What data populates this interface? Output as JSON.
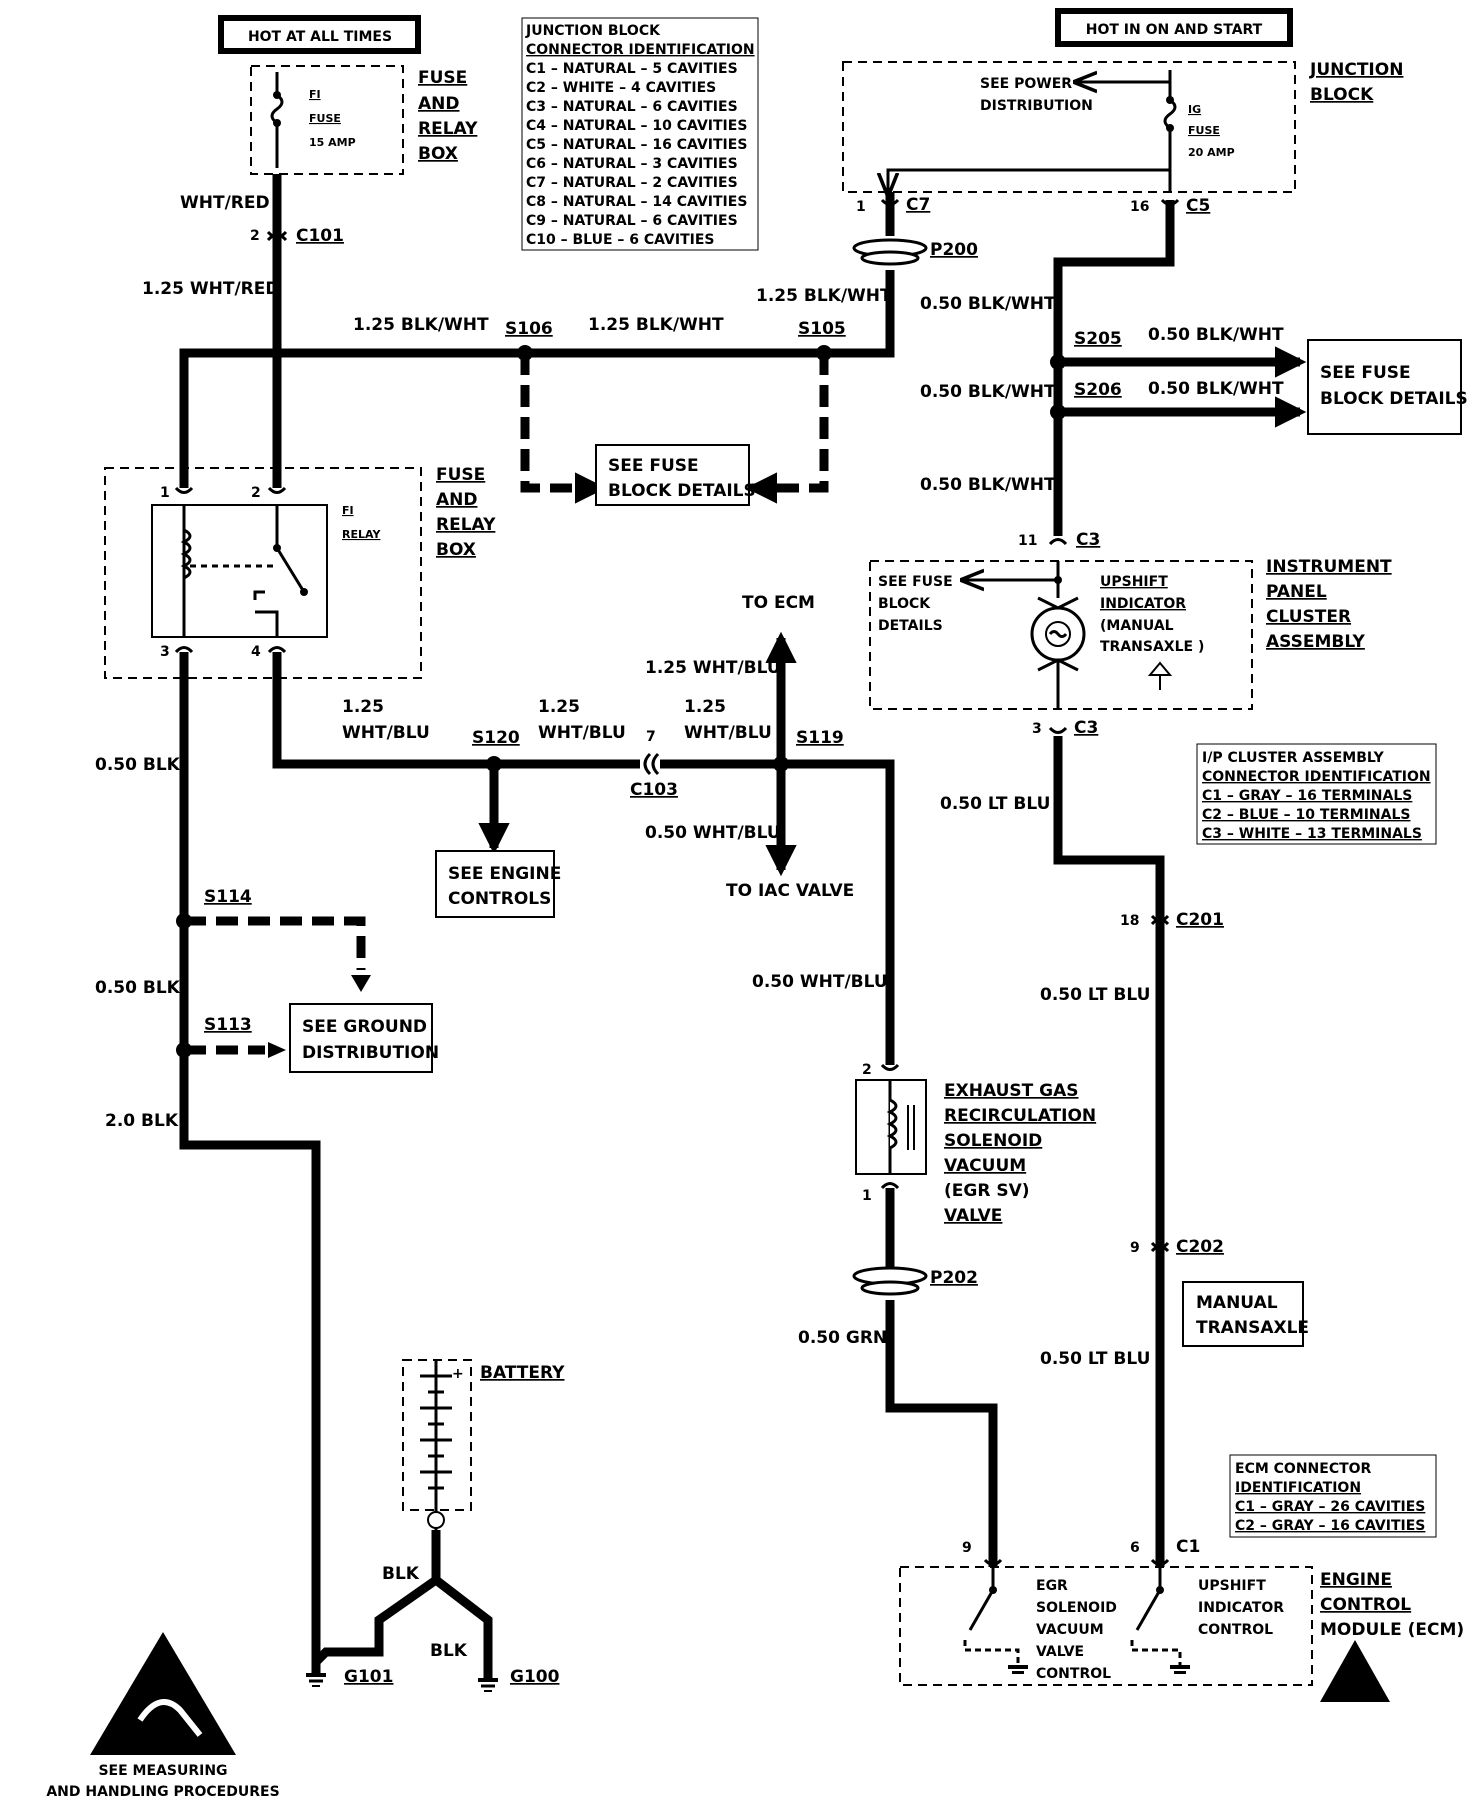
{
  "banners": {
    "hot_at_all_times": "HOT AT ALL TIMES",
    "hot_in_on_and_start": "HOT IN ON AND START"
  },
  "junction_connector_id": {
    "title": "JUNCTION BLOCK",
    "subtitle": "CONNECTOR IDENTIFICATION",
    "rows": [
      "C1 – NATURAL – 5 CAVITIES",
      "C2 – WHITE – 4 CAVITIES",
      "C3 – NATURAL – 6 CAVITIES",
      "C4 – NATURAL – 10 CAVITIES",
      "C5 – NATURAL – 16 CAVITIES",
      "C6 – NATURAL – 3 CAVITIES",
      "C7 – NATURAL – 2 CAVITIES",
      "C8 – NATURAL – 14 CAVITIES",
      "C9 – NATURAL – 6 CAVITIES",
      "C10 – BLUE – 6 CAVITIES"
    ]
  },
  "fi_fuse": {
    "name": "FI",
    "word": "FUSE",
    "rating": "15 AMP",
    "box_label": [
      "FUSE",
      "AND",
      "RELAY",
      "BOX"
    ]
  },
  "junction_block": {
    "label": [
      "JUNCTION",
      "BLOCK"
    ],
    "see_power": [
      "SEE POWER",
      "DISTRIBUTION"
    ],
    "ig_fuse": {
      "name": "IG",
      "word": "FUSE",
      "rating": "20 AMP"
    }
  },
  "connectors": {
    "c7": "C7",
    "c7_pin": "1",
    "c5": "C5",
    "c5_pin": "16",
    "c101": "C101",
    "c101_pin": "2",
    "p200": "P200",
    "c103": "C103",
    "c103_pin": "7",
    "c3_top": "C3",
    "c3_top_pin": "11",
    "c3_bot": "C3",
    "c3_bot_pin": "3",
    "c201": "C201",
    "c201_pin": "18",
    "c202": "C202",
    "c202_pin": "9",
    "p202": "P202",
    "egr_pin_top": "2",
    "egr_pin_bot": "1",
    "ecm_pin_a": "9",
    "ecm_pin_b": "6",
    "ecm_c1": "C1",
    "relay_pins": [
      "1",
      "2",
      "3",
      "4"
    ]
  },
  "splices": {
    "s106": "S106",
    "s105": "S105",
    "s205": "S205",
    "s206": "S206",
    "s120": "S120",
    "s119": "S119",
    "s114": "S114",
    "s113": "S113"
  },
  "wires": {
    "wht_red": "WHT/RED",
    "wht_red_125": "1.25 WHT/RED",
    "blk_wht_125_a": "1.25 BLK/WHT",
    "blk_wht_125_b": "1.25 BLK/WHT",
    "blk_wht_125_c": "1.25 BLK/WHT",
    "blk_wht_050_a": "0.50 BLK/WHT",
    "blk_wht_050_b": "0.50 BLK/WHT",
    "blk_wht_050_c": "0.50 BLK/WHT",
    "blk_wht_050_d": "0.50 BLK/WHT",
    "blk_wht_050_e": "0.50 BLK/WHT",
    "wht_blu_125_num": "1.25",
    "wht_blu_word": "WHT/BLU",
    "wht_blu_125_up": "1.25 WHT/BLU",
    "wht_blu_050_a": "0.50 WHT/BLU",
    "wht_blu_050_b": "0.50 WHT/BLU",
    "blk_050_a": "0.50 BLK",
    "blk_050_b": "0.50 BLK",
    "blk_20": "2.0 BLK",
    "blk": "BLK",
    "lt_blu_a": "0.50 LT BLU",
    "lt_blu_b": "0.50 LT BLU",
    "lt_blu_c": "0.50 LT BLU",
    "grn": "0.50 GRN"
  },
  "refs": {
    "see_fuse_block_1": [
      "SEE FUSE",
      "BLOCK DETAILS"
    ],
    "see_fuse_block_2": [
      "SEE FUSE",
      "BLOCK DETAILS"
    ],
    "see_engine_controls": [
      "SEE ENGINE",
      "CONTROLS"
    ],
    "see_ground_distribution": [
      "SEE GROUND",
      "DISTRIBUTION"
    ],
    "to_ecm": "TO ECM",
    "to_iac": "TO IAC VALVE",
    "manual_transaxle": [
      "MANUAL",
      "TRANSAXLE"
    ]
  },
  "fi_relay": {
    "name": "FI",
    "word": "RELAY",
    "box_label": [
      "FUSE",
      "AND",
      "RELAY",
      "BOX"
    ]
  },
  "cluster": {
    "label": [
      "INSTRUMENT",
      "PANEL",
      "CLUSTER",
      "ASSEMBLY"
    ],
    "see_fuse": [
      "SEE FUSE",
      "BLOCK",
      "DETAILS"
    ],
    "upshift": [
      "UPSHIFT",
      "INDICATOR",
      "(MANUAL",
      "TRANSAXLE )"
    ]
  },
  "ip_connector_id": {
    "title": "I/P CLUSTER ASSEMBLY",
    "subtitle": "CONNECTOR IDENTIFICATION",
    "rows": [
      "C1 – GRAY – 16 TERMINALS",
      "C2 – BLUE – 10 TERMINALS",
      "C3 – WHITE – 13 TERMINALS"
    ]
  },
  "egr": {
    "label": [
      "EXHAUST GAS",
      "RECIRCULATION",
      "SOLENOID",
      "VACUUM",
      "(EGR SV)",
      "VALVE"
    ]
  },
  "ecm_connector_id": {
    "title": "ECM CONNECTOR",
    "subtitle": "IDENTIFICATION",
    "rows": [
      "C1 – GRAY – 26 CAVITIES",
      "C2 – GRAY – 16 CAVITIES"
    ]
  },
  "ecm": {
    "label": [
      "ENGINE",
      "CONTROL",
      "MODULE (ECM)"
    ],
    "egr_ctrl": [
      "EGR",
      "SOLENOID",
      "VACUUM",
      "VALVE",
      "CONTROL"
    ],
    "upshift_ctrl": [
      "UPSHIFT",
      "INDICATOR",
      "CONTROL"
    ]
  },
  "battery": {
    "label": "BATTERY",
    "plus": "+"
  },
  "grounds": {
    "g101": "G101",
    "g100": "G100"
  },
  "esd_note": [
    "SEE MEASURING",
    "AND HANDLING PROCEDURES"
  ]
}
